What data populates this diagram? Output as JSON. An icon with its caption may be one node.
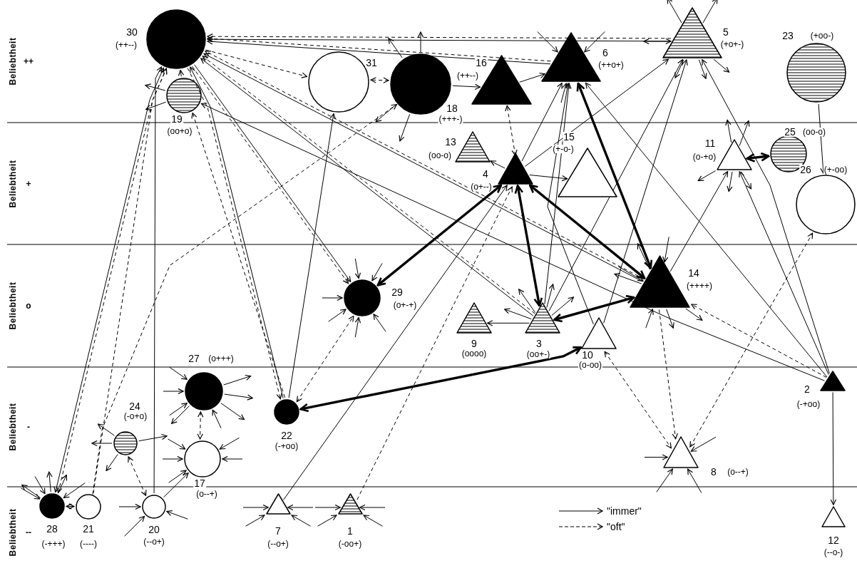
{
  "diagram": {
    "nodes": [
      {
        "text": [
          "30",
          "(++--)"
        ]
      },
      {
        "text": [
          "5",
          "(+o+-)"
        ]
      },
      {
        "text": [
          "23",
          "(+oo-)"
        ]
      },
      {
        "text": [
          "6",
          "(++o+)"
        ]
      },
      {
        "text": [
          "31"
        ]
      },
      {
        "text": [
          "16",
          "(++--)"
        ]
      },
      {
        "text": [
          "18",
          "(+++-)"
        ]
      },
      {
        "text": [
          "19",
          "(oo+o)"
        ]
      },
      {
        "text": [
          "13",
          "(oo-o)"
        ]
      },
      {
        "text": [
          "11",
          "(o-+o)"
        ]
      },
      {
        "text": [
          "25",
          "(oo-o)"
        ]
      },
      {
        "text": [
          "15",
          "(+-o-)"
        ]
      },
      {
        "text": [
          "4",
          "(o+--)"
        ]
      },
      {
        "text": [
          "26",
          "(+-oo)"
        ]
      },
      {
        "text": [
          "14",
          "(++++)"
        ]
      },
      {
        "text": [
          "29",
          "(o+-+)"
        ]
      },
      {
        "text": [
          "9",
          "(oooo)"
        ]
      },
      {
        "text": [
          "3",
          "(oo+-)"
        ]
      },
      {
        "text": [
          "10",
          "(o-oo)"
        ]
      },
      {
        "text": [
          "2",
          "(-+oo)"
        ]
      },
      {
        "text": [
          "27",
          "(o+++)"
        ]
      },
      {
        "text": [
          "22",
          "(-+oo)"
        ]
      },
      {
        "text": [
          "24",
          "(-o+o)"
        ]
      },
      {
        "text": [
          "17",
          "(o--+)"
        ]
      },
      {
        "text": [
          "8",
          "(o--+)"
        ]
      },
      {
        "text": [
          "28",
          "(-+++)"
        ]
      },
      {
        "text": [
          "21",
          "(----)"
        ]
      },
      {
        "text": [
          "20",
          "(--o+)"
        ]
      },
      {
        "text": [
          "7",
          "(--o+)"
        ]
      },
      {
        "text": [
          "1",
          "(-oo+)"
        ]
      },
      {
        "text": [
          "12",
          "(--o-)"
        ]
      }
    ],
    "edges": [
      {
        "from": 0,
        "to": 1,
        "arrow": "both"
      },
      {
        "from": 1,
        "to": 0,
        "arrow": "to",
        "style": "dashed"
      },
      {
        "from": 3,
        "to": 0,
        "arrow": "to"
      },
      {
        "from": 3,
        "to": 0,
        "arrow": "to",
        "style": "dashed"
      },
      {
        "from": 0,
        "to": 4,
        "arrow": "to",
        "style": "dashed"
      },
      {
        "from": 14,
        "to": 0,
        "arrow": "to"
      },
      {
        "from": 14,
        "to": 0,
        "arrow": "to",
        "style": "dashed"
      },
      {
        "from": 17,
        "to": 0,
        "arrow": "to"
      },
      {
        "from": 17,
        "to": 0,
        "arrow": "to",
        "style": "dashed"
      },
      {
        "from": 0,
        "to": 15,
        "arrow": "to"
      },
      {
        "from": 0,
        "to": 15,
        "arrow": "to",
        "style": "dashed"
      },
      {
        "from": 21,
        "to": 0,
        "arrow": "to"
      },
      {
        "from": 0,
        "to": 21,
        "arrow": "to",
        "style": "dashed"
      },
      {
        "from": 25,
        "to": 0,
        "arrow": "both"
      },
      {
        "from": 25,
        "to": 0,
        "arrow": "both",
        "style": "dashed"
      },
      {
        "from": 26,
        "to": 0,
        "arrow": "to",
        "style": "dashed"
      },
      {
        "from": 27,
        "to": 0,
        "arrow": "to"
      },
      {
        "from": 7,
        "to": 0,
        "arrow": "to"
      },
      {
        "from": 21,
        "to": 7,
        "arrow": "to",
        "style": "dashed"
      },
      {
        "from": 19,
        "to": 7,
        "arrow": "to"
      },
      {
        "from": 6,
        "to": 4,
        "arrow": "both",
        "style": "dashed"
      },
      {
        "from": 21,
        "to": 4,
        "arrow": "to"
      },
      {
        "from": 26,
        "to": 6,
        "arrow": "to",
        "style": "dashed"
      },
      {
        "from": 6,
        "to": 5,
        "arrow": "to"
      },
      {
        "from": 5,
        "to": 3,
        "arrow": "to"
      },
      {
        "from": 12,
        "to": 5,
        "arrow": "both",
        "style": "dashed"
      },
      {
        "from": 12,
        "to": 3,
        "arrow": "to"
      },
      {
        "from": 17,
        "to": 3,
        "arrow": "to"
      },
      {
        "from": 14,
        "to": 3,
        "arrow": "both",
        "style": "thick"
      },
      {
        "from": 12,
        "to": 1,
        "arrow": "to"
      },
      {
        "from": 17,
        "to": 1,
        "arrow": "to"
      },
      {
        "from": 18,
        "to": 1,
        "arrow": "to"
      },
      {
        "from": 12,
        "to": 11,
        "arrow": "to"
      },
      {
        "from": 12,
        "to": 8,
        "arrow": "to"
      },
      {
        "from": 15,
        "to": 12,
        "arrow": "both",
        "style": "thick"
      },
      {
        "from": 17,
        "to": 12,
        "arrow": "both",
        "style": "thick"
      },
      {
        "from": 14,
        "to": 12,
        "arrow": "both",
        "style": "thick"
      },
      {
        "from": 17,
        "to": 14,
        "arrow": "both",
        "style": "thick"
      },
      {
        "from": 21,
        "to": 18,
        "arrow": "both",
        "style": "thick"
      },
      {
        "from": 9,
        "to": 10,
        "arrow": "both",
        "style": "thick"
      },
      {
        "from": 28,
        "to": 12,
        "arrow": "to"
      },
      {
        "from": 29,
        "to": 12,
        "arrow": "to",
        "style": "dashed"
      },
      {
        "from": 21,
        "to": 15,
        "arrow": "both",
        "style": "dashed"
      },
      {
        "from": 17,
        "to": 16,
        "arrow": "to"
      },
      {
        "from": 18,
        "to": 24,
        "arrow": "both",
        "style": "dashed"
      },
      {
        "from": 14,
        "to": 24,
        "arrow": "to",
        "style": "dashed"
      },
      {
        "from": 24,
        "to": 13,
        "arrow": "both",
        "style": "dashed"
      },
      {
        "from": 2,
        "to": 13,
        "arrow": "to"
      },
      {
        "from": 19,
        "to": 30,
        "arrow": "to"
      },
      {
        "from": 19,
        "to": 9,
        "arrow": "to"
      },
      {
        "from": 19,
        "to": 1,
        "arrow": "to"
      },
      {
        "from": 19,
        "to": 14,
        "arrow": "to",
        "style": "dashed"
      },
      {
        "from": 14,
        "to": 9,
        "arrow": "to"
      },
      {
        "from": 20,
        "to": 23,
        "arrow": "both",
        "style": "dashed"
      },
      {
        "from": 22,
        "to": 27,
        "arrow": "both",
        "style": "dashed"
      },
      {
        "from": 27,
        "to": 23,
        "arrow": "to"
      },
      {
        "from": 25,
        "to": 26,
        "arrow": "both"
      },
      {
        "from": 18,
        "to": 3,
        "arrow": "to"
      },
      {
        "from": 19,
        "to": 3,
        "arrow": "to"
      },
      {
        "from": 1,
        "to": null,
        "arrow": "to"
      },
      {
        "from": 1,
        "to": null,
        "arrow": "to"
      },
      {
        "from": 1,
        "to": null,
        "arrow": "to"
      },
      {
        "from": 1,
        "to": null,
        "arrow": "to"
      },
      {
        "from": 1,
        "to": null,
        "arrow": "to"
      },
      {
        "from": 1,
        "to": null,
        "arrow": "to"
      },
      {
        "from": null,
        "to": 3,
        "arrow": "to"
      },
      {
        "from": null,
        "to": 3,
        "arrow": "to"
      },
      {
        "from": null,
        "to": 3,
        "arrow": "to"
      },
      {
        "from": 6,
        "to": null,
        "arrow": "to"
      },
      {
        "from": 6,
        "to": null,
        "arrow": "to"
      },
      {
        "from": 6,
        "to": null,
        "arrow": "to"
      },
      {
        "from": 6,
        "to": null,
        "arrow": "to"
      },
      {
        "from": 7,
        "to": null,
        "arrow": "to"
      },
      {
        "from": 7,
        "to": null,
        "arrow": "to"
      },
      {
        "from": 9,
        "to": null,
        "arrow": "to"
      },
      {
        "from": 9,
        "to": null,
        "arrow": "to"
      },
      {
        "from": 9,
        "to": null,
        "arrow": "to"
      },
      {
        "from": 9,
        "to": null,
        "arrow": "to"
      },
      {
        "from": 9,
        "to": null,
        "arrow": "to"
      },
      {
        "from": null,
        "to": 14,
        "arrow": "to"
      },
      {
        "from": 14,
        "to": null,
        "arrow": "to"
      },
      {
        "from": null,
        "to": 14,
        "arrow": "to"
      },
      {
        "from": 14,
        "to": null,
        "arrow": "to"
      },
      {
        "from": null,
        "to": 14,
        "arrow": "to"
      },
      {
        "from": 14,
        "to": null,
        "arrow": "to"
      },
      {
        "from": 14,
        "to": null,
        "arrow": "to"
      },
      {
        "from": null,
        "to": 15,
        "arrow": "to"
      },
      {
        "from": null,
        "to": 15,
        "arrow": "to"
      },
      {
        "from": null,
        "to": 15,
        "arrow": "to"
      },
      {
        "from": null,
        "to": 15,
        "arrow": "to"
      },
      {
        "from": null,
        "to": 15,
        "arrow": "to"
      },
      {
        "from": null,
        "to": 15,
        "arrow": "to"
      },
      {
        "from": 17,
        "to": null,
        "arrow": "to"
      },
      {
        "from": 17,
        "to": null,
        "arrow": "to"
      },
      {
        "from": 17,
        "to": null,
        "arrow": "to"
      },
      {
        "from": 17,
        "to": null,
        "arrow": "to"
      },
      {
        "from": null,
        "to": 20,
        "arrow": "to"
      },
      {
        "from": 20,
        "to": null,
        "arrow": "to"
      },
      {
        "from": null,
        "to": 20,
        "arrow": "to"
      },
      {
        "from": 20,
        "to": null,
        "arrow": "to"
      },
      {
        "from": null,
        "to": 20,
        "arrow": "to"
      },
      {
        "from": 20,
        "to": null,
        "arrow": "to"
      },
      {
        "from": null,
        "to": 20,
        "arrow": "to"
      },
      {
        "from": 20,
        "to": null,
        "arrow": "to"
      },
      {
        "from": 22,
        "to": null,
        "arrow": "to"
      },
      {
        "from": 22,
        "to": null,
        "arrow": "to"
      },
      {
        "from": 22,
        "to": null,
        "arrow": "to"
      },
      {
        "from": 22,
        "to": null,
        "arrow": "to"
      },
      {
        "from": null,
        "to": 23,
        "arrow": "to"
      },
      {
        "from": null,
        "to": 23,
        "arrow": "to"
      },
      {
        "from": null,
        "to": 23,
        "arrow": "to"
      },
      {
        "from": null,
        "to": 23,
        "arrow": "to"
      },
      {
        "from": null,
        "to": 23,
        "arrow": "to"
      },
      {
        "from": null,
        "to": 24,
        "arrow": "to"
      },
      {
        "from": null,
        "to": 24,
        "arrow": "to"
      },
      {
        "from": null,
        "to": 24,
        "arrow": "to"
      },
      {
        "from": null,
        "to": 24,
        "arrow": "to"
      },
      {
        "from": null,
        "to": 25,
        "arrow": "to"
      },
      {
        "from": 25,
        "to": null,
        "arrow": "to"
      },
      {
        "from": null,
        "to": 25,
        "arrow": "to"
      },
      {
        "from": 25,
        "to": null,
        "arrow": "to"
      },
      {
        "from": null,
        "to": 25,
        "arrow": "to"
      },
      {
        "from": 25,
        "to": null,
        "arrow": "to"
      },
      {
        "from": null,
        "to": 27,
        "arrow": "to"
      },
      {
        "from": null,
        "to": 27,
        "arrow": "to"
      },
      {
        "from": null,
        "to": 27,
        "arrow": "to"
      },
      {
        "from": null,
        "to": 28,
        "arrow": "to"
      },
      {
        "from": null,
        "to": 28,
        "arrow": "to"
      },
      {
        "from": null,
        "to": 28,
        "arrow": "to"
      },
      {
        "from": null,
        "to": 28,
        "arrow": "to"
      },
      {
        "from": null,
        "to": 29,
        "arrow": "to"
      },
      {
        "from": null,
        "to": 29,
        "arrow": "to"
      },
      {
        "from": null,
        "to": 29,
        "arrow": "to"
      },
      {
        "from": null,
        "to": 29,
        "arrow": "to"
      }
    ],
    "labels": [
      "Beliebtheit",
      "++",
      "Beliebtheit",
      "+",
      "Beliebtheit",
      "o",
      "Beliebtheit",
      "-",
      "Beliebtheit",
      "--"
    ],
    "legend": [
      {
        "text": "\"immer\""
      },
      {
        "text": "\"oft\""
      }
    ]
  }
}
